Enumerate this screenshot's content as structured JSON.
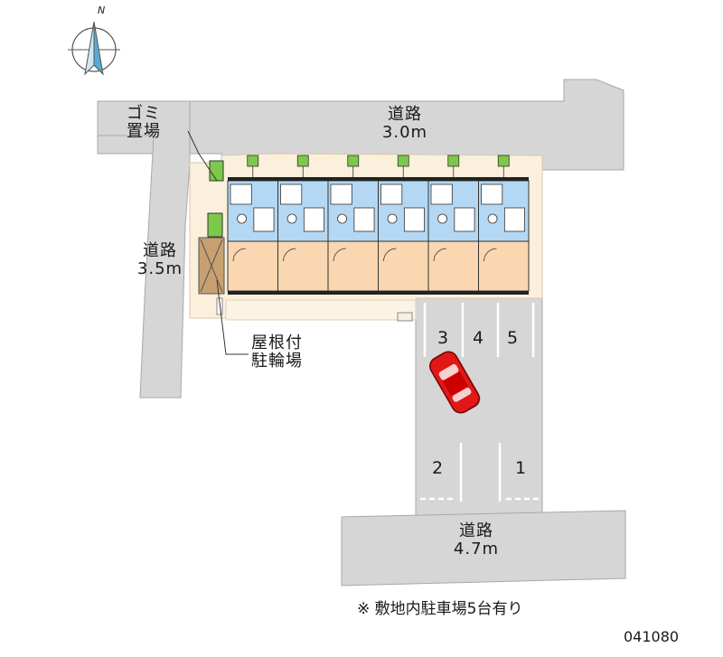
{
  "compass": {
    "north_label": "N",
    "icon": "compass-icon"
  },
  "roads": {
    "top": {
      "name": "道路",
      "width": "3.0m"
    },
    "left": {
      "name": "道路",
      "width": "3.5m"
    },
    "bottom": {
      "name": "道路",
      "width": "4.7m"
    }
  },
  "facilities": {
    "garbage": {
      "line1": "ゴミ",
      "line2": "置場"
    },
    "bike": {
      "line1": "屋根付",
      "line2": "駐輪場"
    }
  },
  "parking": {
    "spots_upper": [
      "3",
      "4",
      "5"
    ],
    "spots_lower": [
      "2",
      "1"
    ],
    "car_icon": "red-car-icon"
  },
  "building": {
    "units": 6
  },
  "note": "※ 敷地内駐車場5台有り",
  "code": "041080",
  "colors": {
    "road": "#d6d6d6",
    "lot": "#faf0dc",
    "upper_rooms": "#b4d8f4",
    "lower_rooms": "#fad7b0",
    "bike_shed": "#c8a070",
    "car": "#e01818",
    "plants": "#7cc84a"
  }
}
